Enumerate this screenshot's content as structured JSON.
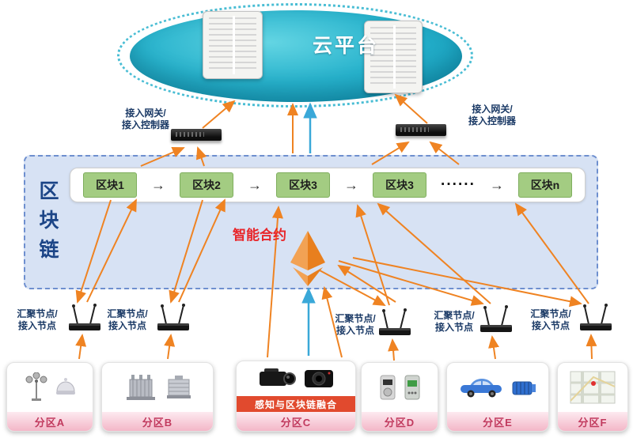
{
  "cloud": {
    "label": "云平台"
  },
  "gateway_left": {
    "line1": "接入网关/",
    "line2": "接入控制器"
  },
  "gateway_right": {
    "line1": "接入网关/",
    "line2": "接入控制器"
  },
  "blockchain": {
    "title": "区块链",
    "blocks": [
      "区块1",
      "区块2",
      "区块3",
      "区块3",
      "······",
      "区块n"
    ],
    "arrow": "→",
    "smart_contract": "智能合约"
  },
  "agg": {
    "line1": "汇聚节点/",
    "line2": "接入节点"
  },
  "partitions": [
    {
      "label": "分区A"
    },
    {
      "label": "分区B"
    },
    {
      "label": "分区C",
      "banner": "感知与区块链融合"
    },
    {
      "label": "分区D"
    },
    {
      "label": "分区E"
    },
    {
      "label": "分区F"
    }
  ],
  "colors": {
    "arrow_orange": "#ef8322",
    "arrow_blue": "#3aa8d8",
    "block_green": "#a3cc82",
    "cloud_teal": "#17a3c2",
    "smart_contract_red": "#e8262a",
    "partition_pink": "#f3b6c7"
  }
}
